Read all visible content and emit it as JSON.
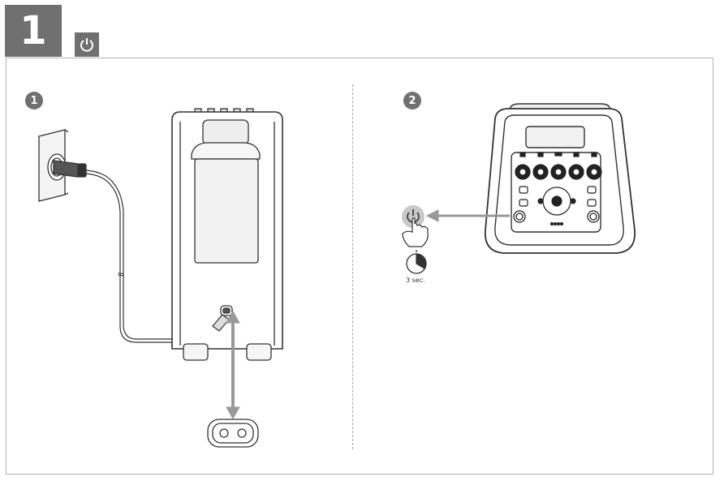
{
  "header": {
    "step_number": "1",
    "icon": "power-icon"
  },
  "panels": [
    {
      "number": "1",
      "subject": "connect-power-cable"
    },
    {
      "number": "2",
      "subject": "press-power-button"
    }
  ],
  "timer": {
    "label": "3 sec.",
    "icon": "stopwatch-icon"
  },
  "colors": {
    "badge": "#707070",
    "frame": "#b5b5b5",
    "arrow": "#999999",
    "line": "#333333"
  }
}
